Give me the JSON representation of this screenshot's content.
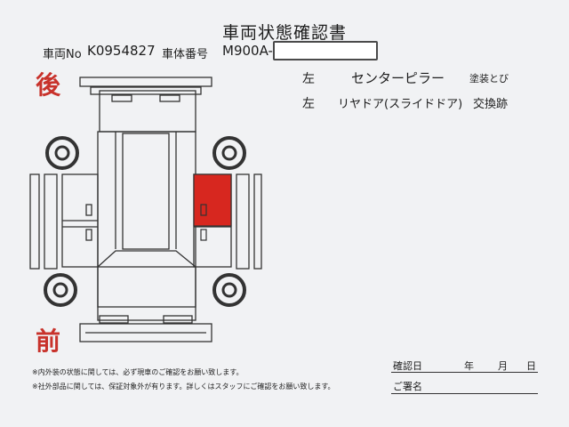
{
  "document": {
    "title": "車両状態確認書",
    "car_no_label": "車両No",
    "car_no_value": "K0954827",
    "chassis_label": "車体番号",
    "chassis_value": "M900A-",
    "rear_label": "後",
    "front_label": "前",
    "findings": [
      {
        "side": "左",
        "part": "センターピラー",
        "status": "塗装とび"
      },
      {
        "side": "左",
        "part": "リヤドア(スライドドア)",
        "status": "交換跡"
      }
    ],
    "notes": [
      "※内外装の状態に関しては、必ず現車のご確認をお願い致します。",
      "※社外部品に関しては、保証対象外が有ります。詳しくはスタッフにご確認をお願い致します。"
    ],
    "confirm_date_label": "確認日",
    "year_label": "年",
    "month_label": "月",
    "day_label": "日",
    "signature_label": "ご署名",
    "highlight_color": "#d7271f"
  }
}
